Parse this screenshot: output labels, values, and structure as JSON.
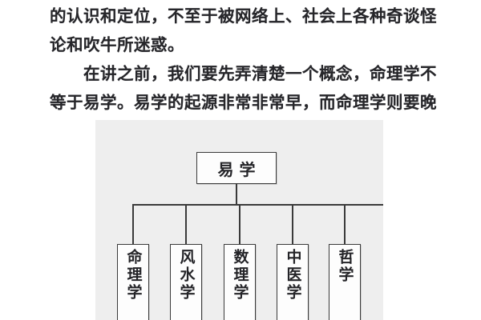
{
  "document": {
    "paragraphs": [
      {
        "id": "para-1",
        "lines": [
          {
            "text": "的认识和定位，不至于被网络上、社会上各种奇谈怪",
            "indent": false
          },
          {
            "text": "论和吹牛所迷惑。",
            "indent": false
          }
        ]
      },
      {
        "id": "para-2",
        "lines": [
          {
            "text": "在讲之前，我们要先弄清楚一个概念，命理学不",
            "indent": true
          },
          {
            "text": "等于易学。易学的起源非常非常早，而命理学则要晚",
            "indent": false
          }
        ]
      }
    ]
  },
  "figure": {
    "background_color": "#eeeeee",
    "box_border_color": "#3a3a3a",
    "box_fill_color": "#fdfdfd",
    "root": {
      "label": "易学"
    },
    "children": [
      {
        "label": "命理学"
      },
      {
        "label": "风水学"
      },
      {
        "label": "数理学"
      },
      {
        "label": "中医学"
      },
      {
        "label": "哲学"
      }
    ]
  }
}
